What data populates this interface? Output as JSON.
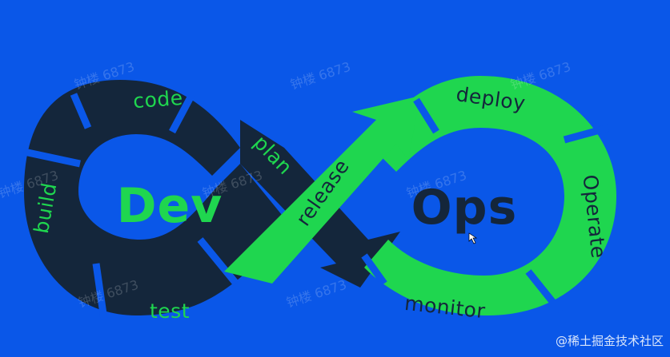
{
  "diagram": {
    "colors": {
      "background": "#0a57e8",
      "dev_loop": "#14263b",
      "ops_loop": "#1fd64f",
      "dev_text": "#1fd64f",
      "ops_text": "#14263b"
    },
    "dev_title": "Dev",
    "ops_title": "Ops",
    "stages": {
      "code": "code",
      "plan": "plan",
      "build": "build",
      "test": "test",
      "release": "release",
      "deploy": "deploy",
      "operate": "Operate",
      "monitor": "monitor"
    }
  },
  "watermarks": [
    "钟楼 6873",
    "钟楼 6873",
    "钟楼 6873",
    "钟楼 6873",
    "钟楼 6873",
    "钟楼 6873",
    "钟楼 6873",
    "钟楼 6873"
  ],
  "credit": "@稀土掘金技术社区"
}
